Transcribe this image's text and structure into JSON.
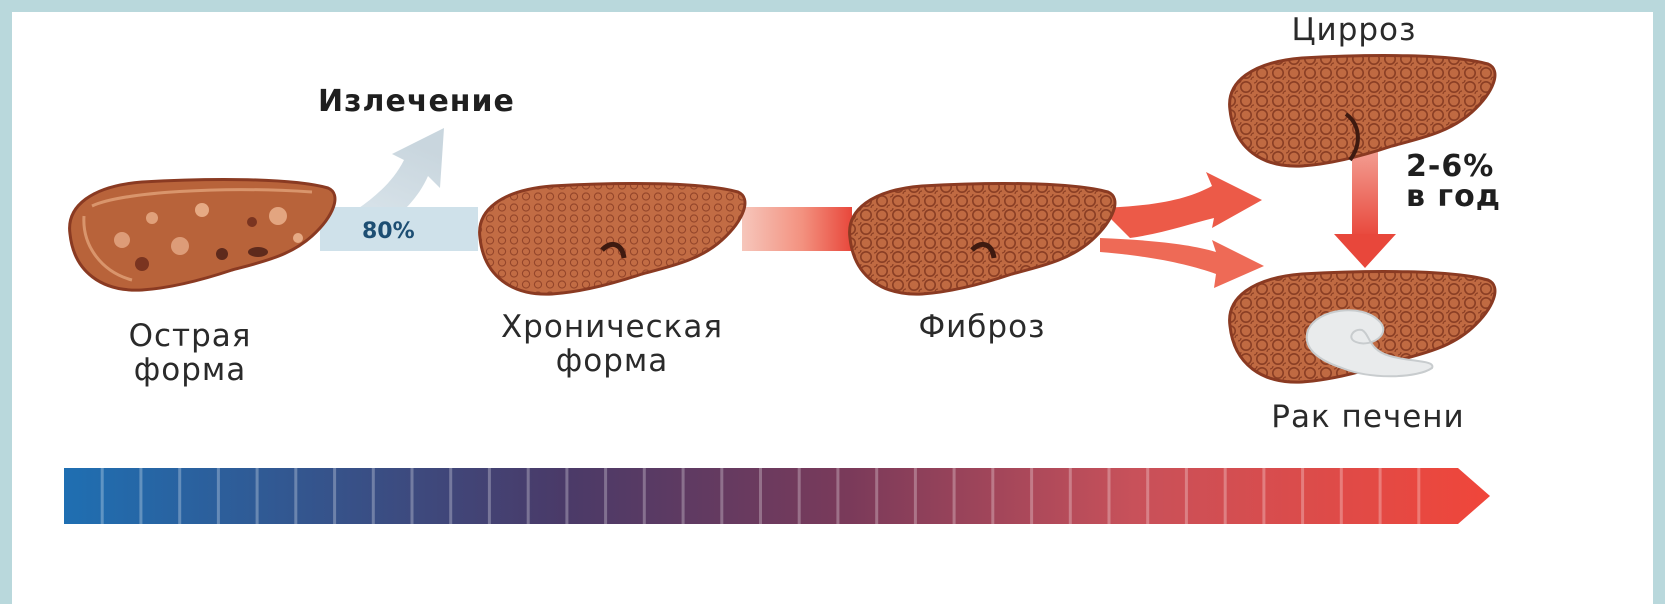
{
  "stages": {
    "acute": {
      "line1": "Острая",
      "line2": "форма"
    },
    "chronic": {
      "line1": "Хроническая",
      "line2": "форма"
    },
    "fibrosis": {
      "label": "Фиброз"
    },
    "cirrhosis": {
      "label": "Цирроз"
    },
    "cancer": {
      "label": "Рак печени"
    }
  },
  "recovery": {
    "label": "Излечение",
    "percent": "80%"
  },
  "cancer_rate": {
    "line1": "2-6%",
    "line2": "в год"
  },
  "colors": {
    "liver_base": "#b8633a",
    "liver_dark": "#7a3420",
    "healthy_flow": "#cfe1ea",
    "disease_flow": "#e8473b",
    "gradient_start": "#1f6fb2",
    "gradient_mid": "#5a3358",
    "gradient_end": "#f0463a"
  },
  "progression_bar": {
    "stripes": 36
  }
}
